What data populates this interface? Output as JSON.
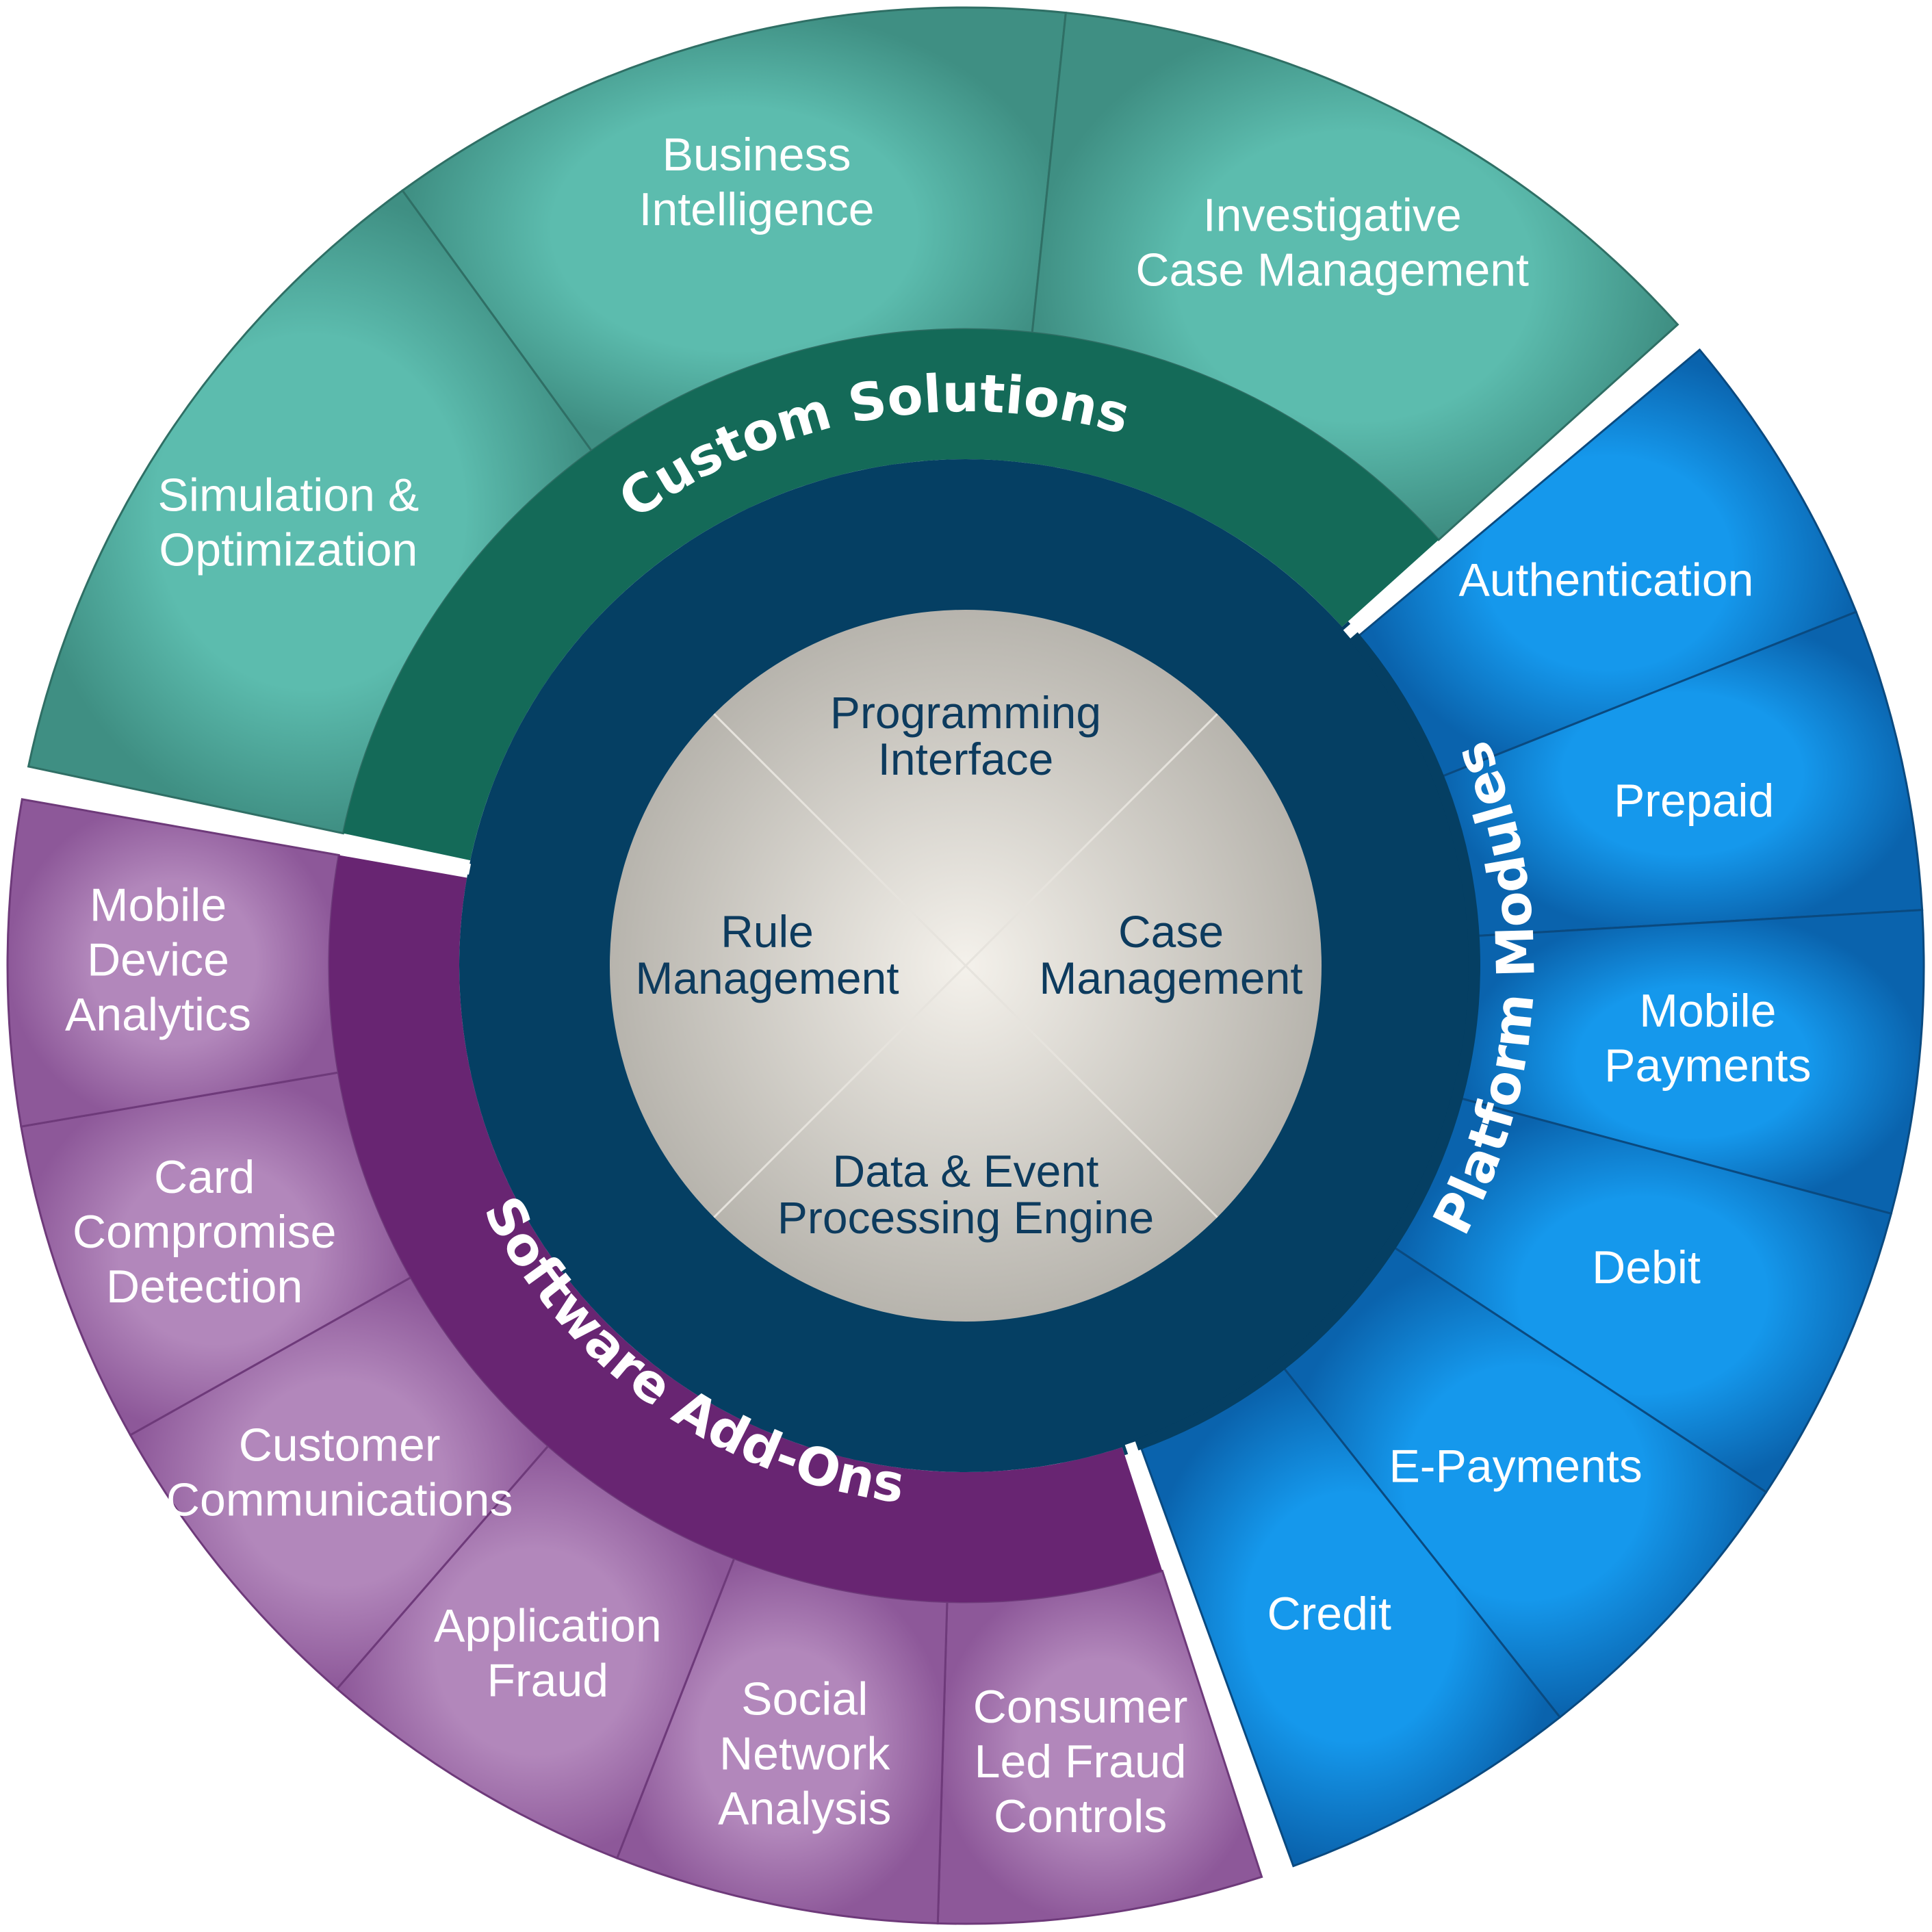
{
  "colors": {
    "teal_outer": "#4fa99b",
    "teal_band": "#146a58",
    "blue_outer": "#0b7fd0",
    "navy_ring": "#053f63",
    "purple_outer": "#9c6aa5",
    "purple_band": "#682572",
    "core_light": "#f4f1eb",
    "core_dark": "#b7b4ad",
    "core_text": "#0d3b5e",
    "text_light": "#ffffff"
  },
  "sections": [
    {
      "id": "custom-solutions",
      "band_label": "Custom Solutions",
      "segments": [
        {
          "id": "simulation-optimization",
          "lines": [
            "Simulation &",
            "Optimization"
          ]
        },
        {
          "id": "business-intelligence",
          "lines": [
            "Business",
            "Intelligence"
          ]
        },
        {
          "id": "investigative-case-management",
          "lines": [
            "Investigative",
            "Case Management"
          ]
        }
      ]
    },
    {
      "id": "platform-modules",
      "band_label": "Platform Modules",
      "segments": [
        {
          "id": "authentication",
          "lines": [
            "Authentication"
          ]
        },
        {
          "id": "prepaid",
          "lines": [
            "Prepaid"
          ]
        },
        {
          "id": "mobile-payments",
          "lines": [
            "Mobile",
            "Payments"
          ]
        },
        {
          "id": "debit",
          "lines": [
            "Debit"
          ]
        },
        {
          "id": "e-payments",
          "lines": [
            "E-Payments"
          ]
        },
        {
          "id": "credit",
          "lines": [
            "Credit"
          ]
        }
      ]
    },
    {
      "id": "software-add-ons",
      "band_label": "Software Add-Ons",
      "segments": [
        {
          "id": "consumer-led-fraud-controls",
          "lines": [
            "Consumer",
            "Led Fraud",
            "Controls"
          ]
        },
        {
          "id": "social-network-analysis",
          "lines": [
            "Social",
            "Network",
            "Analysis"
          ]
        },
        {
          "id": "application-fraud",
          "lines": [
            "Application",
            "Fraud"
          ]
        },
        {
          "id": "customer-communications",
          "lines": [
            "Customer",
            "Communications"
          ]
        },
        {
          "id": "card-compromise-detection",
          "lines": [
            "Card",
            "Compromise",
            "Detection"
          ]
        },
        {
          "id": "mobile-device-analytics",
          "lines": [
            "Mobile",
            "Device",
            "Analytics"
          ]
        }
      ]
    }
  ],
  "core": {
    "top": [
      "Programming",
      "Interface"
    ],
    "left": [
      "Rule",
      "Management"
    ],
    "right": [
      "Case",
      "Management"
    ],
    "bottom": [
      "Data & Event",
      "Processing Engine"
    ]
  }
}
